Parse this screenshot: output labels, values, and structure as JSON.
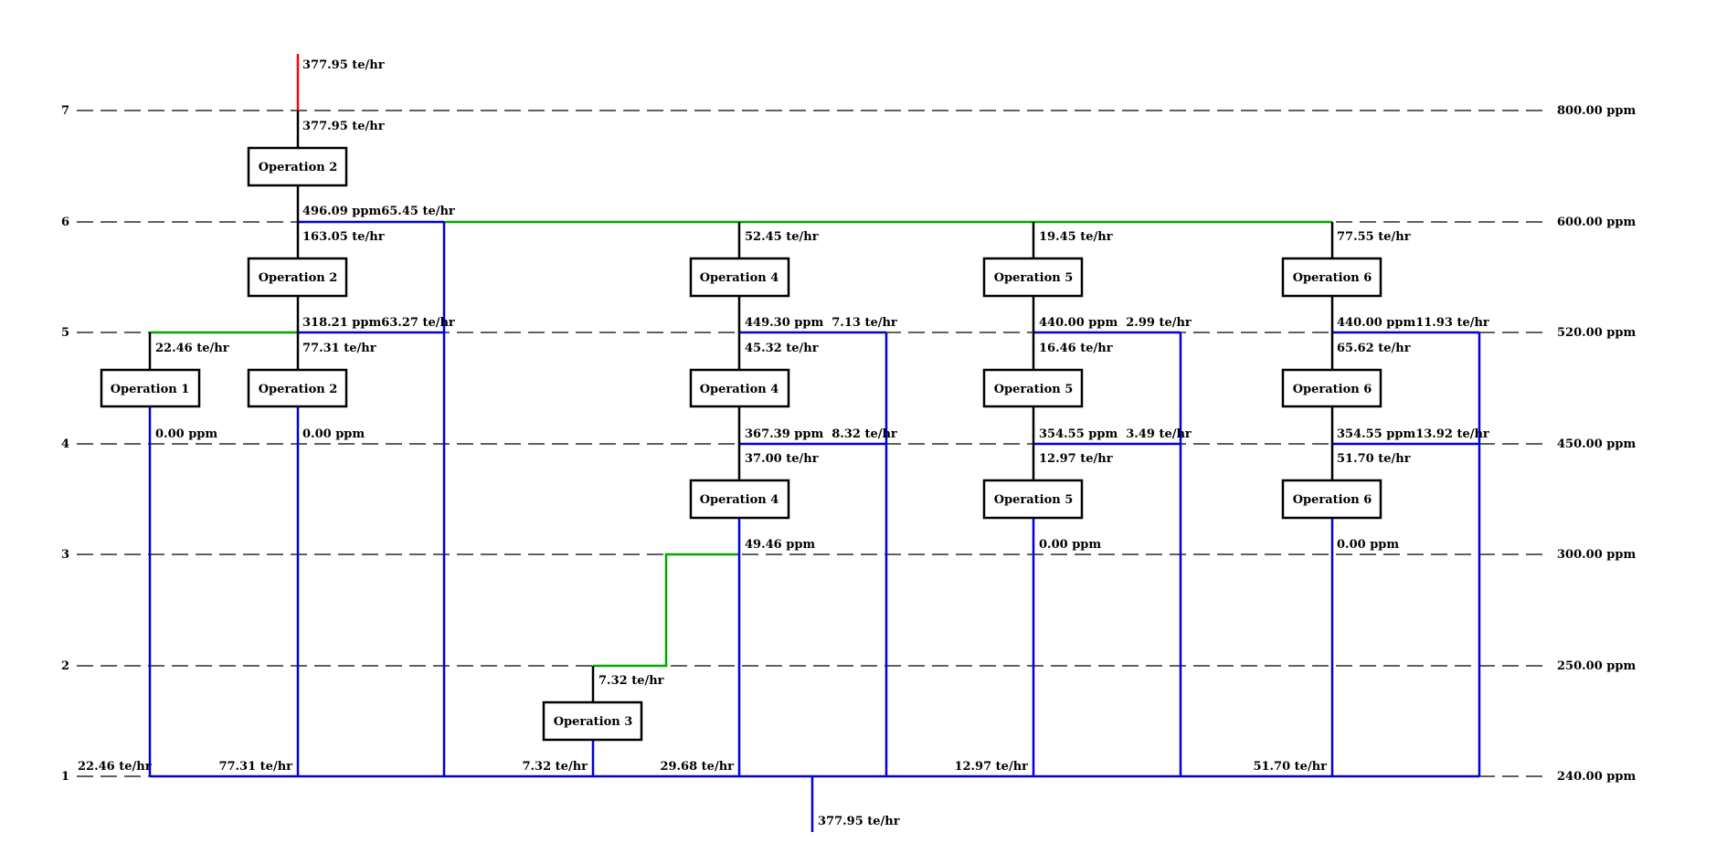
{
  "levels": [
    {
      "index": "7",
      "concentration": "800.00 ppm"
    },
    {
      "index": "6",
      "concentration": "600.00 ppm"
    },
    {
      "index": "5",
      "concentration": "520.00 ppm"
    },
    {
      "index": "4",
      "concentration": "450.00 ppm"
    },
    {
      "index": "3",
      "concentration": "300.00 ppm"
    },
    {
      "index": "2",
      "concentration": "250.00 ppm"
    },
    {
      "index": "1",
      "concentration": "240.00 ppm"
    }
  ],
  "operations": [
    {
      "label": "Operation 2"
    },
    {
      "label": "Operation 2"
    },
    {
      "label": "Operation 1"
    },
    {
      "label": "Operation 2"
    },
    {
      "label": "Operation 4"
    },
    {
      "label": "Operation 4"
    },
    {
      "label": "Operation 4"
    },
    {
      "label": "Operation 5"
    },
    {
      "label": "Operation 5"
    },
    {
      "label": "Operation 5"
    },
    {
      "label": "Operation 6"
    },
    {
      "label": "Operation 6"
    },
    {
      "label": "Operation 6"
    },
    {
      "label": "Operation 3"
    }
  ],
  "flow_labels": [
    {
      "text": "377.95 te/hr"
    },
    {
      "text": "377.95 te/hr"
    },
    {
      "text": "496.09 ppm65.45 te/hr"
    },
    {
      "text": "163.05 te/hr"
    },
    {
      "text": "318.21 ppm63.27 te/hr"
    },
    {
      "text": "77.31 te/hr"
    },
    {
      "text": "22.46 te/hr"
    },
    {
      "text": "0.00 ppm"
    },
    {
      "text": "0.00 ppm"
    },
    {
      "text": "52.45 te/hr"
    },
    {
      "text": "449.30 ppm  7.13 te/hr"
    },
    {
      "text": "45.32 te/hr"
    },
    {
      "text": "367.39 ppm  8.32 te/hr"
    },
    {
      "text": "37.00 te/hr"
    },
    {
      "text": "49.46 ppm"
    },
    {
      "text": "19.45 te/hr"
    },
    {
      "text": "440.00 ppm  2.99 te/hr"
    },
    {
      "text": "16.46 te/hr"
    },
    {
      "text": "354.55 ppm  3.49 te/hr"
    },
    {
      "text": "12.97 te/hr"
    },
    {
      "text": "0.00 ppm"
    },
    {
      "text": "77.55 te/hr"
    },
    {
      "text": "440.00 ppm11.93 te/hr"
    },
    {
      "text": "65.62 te/hr"
    },
    {
      "text": "354.55 ppm13.92 te/hr"
    },
    {
      "text": "51.70 te/hr"
    },
    {
      "text": "0.00 ppm"
    },
    {
      "text": "7.32 te/hr"
    },
    {
      "text": "22.46 te/hr"
    },
    {
      "text": "77.31 te/hr"
    },
    {
      "text": "7.32 te/hr"
    },
    {
      "text": "29.68 te/hr"
    },
    {
      "text": "12.97 te/hr"
    },
    {
      "text": "51.70 te/hr"
    },
    {
      "text": "377.95 te/hr"
    }
  ],
  "colors": {
    "freshwater": "#ff0000",
    "reuse": "#00aa00",
    "wastewater": "#0000dd",
    "internal": "#000000",
    "level_line": "#000000"
  }
}
